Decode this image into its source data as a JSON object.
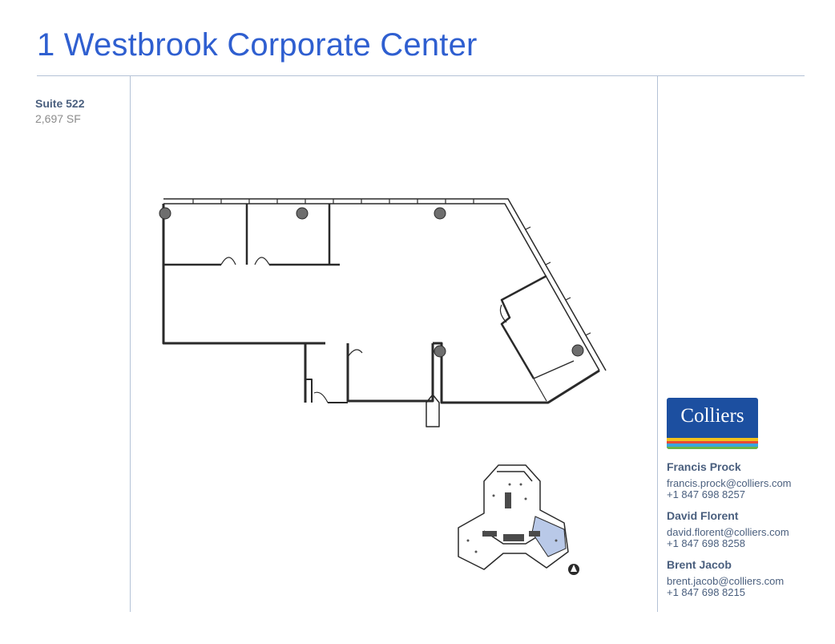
{
  "header": {
    "title": "1 Westbrook Corporate Center"
  },
  "suite": {
    "name": "Suite 522",
    "size": "2,697 SF"
  },
  "logo": {
    "text": "Colliers",
    "background": "#1c4fa0",
    "stripe_colors": [
      "#f2c21b",
      "#e84a35",
      "#3aa6dd",
      "#6bb445"
    ]
  },
  "contacts": [
    {
      "name": "Francis Prock",
      "email": "francis.prock@colliers.com",
      "phone": "+1 847 698 8257"
    },
    {
      "name": "David Florent",
      "email": "david.florent@colliers.com",
      "phone": "+1 847 698 8258"
    },
    {
      "name": "Brent Jacob",
      "email": "brent.jacob@colliers.com",
      "phone": "+1 847 698 8215"
    }
  ],
  "colors": {
    "title": "#2f5fd0",
    "divider": "#b4c2d6",
    "text": "#4a5f7e",
    "highlight": "#b9c9e8"
  }
}
